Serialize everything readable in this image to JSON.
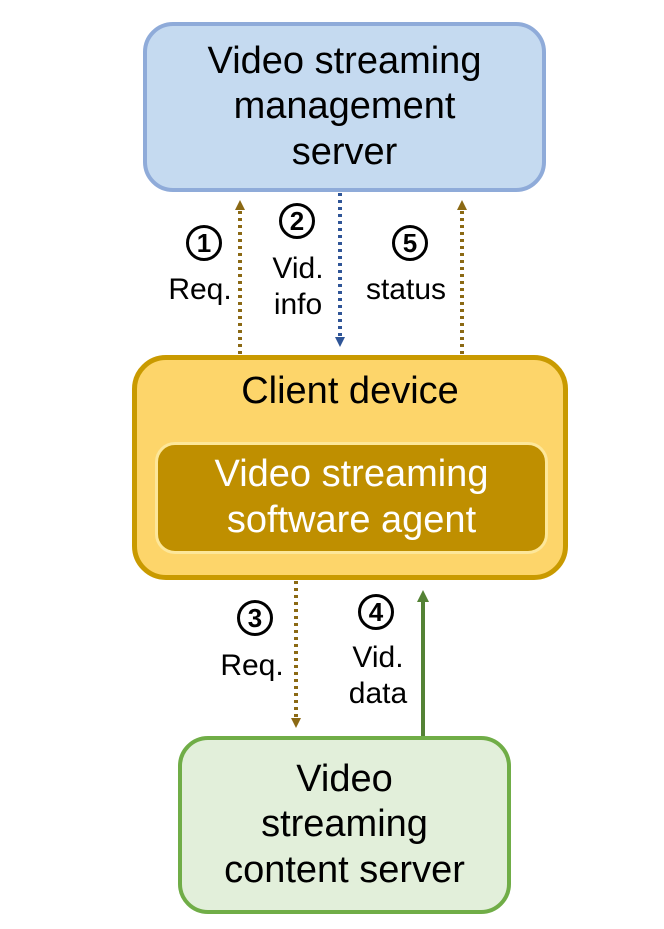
{
  "boxes": {
    "management_server": "Video streaming\nmanagement\nserver",
    "client_device": "Client device",
    "software_agent": "Video streaming\nsoftware agent",
    "content_server": "Video\nstreaming\ncontent server"
  },
  "steps": [
    {
      "number": "1",
      "label": "Req."
    },
    {
      "number": "2",
      "label": "Vid.\ninfo"
    },
    {
      "number": "3",
      "label": "Req."
    },
    {
      "number": "4",
      "label": "Vid.\ndata"
    },
    {
      "number": "5",
      "label": "status"
    }
  ],
  "colors": {
    "management_fill": "#c5daf0",
    "management_border": "#8fabd9",
    "client_fill": "#fdd56a",
    "client_border": "#c99a00",
    "agent_fill": "#bf8f00",
    "content_fill": "#e2efda",
    "content_border": "#70ad47",
    "request_arrow": "#8b6914",
    "info_arrow": "#2f5597",
    "data_arrow": "#548235"
  }
}
